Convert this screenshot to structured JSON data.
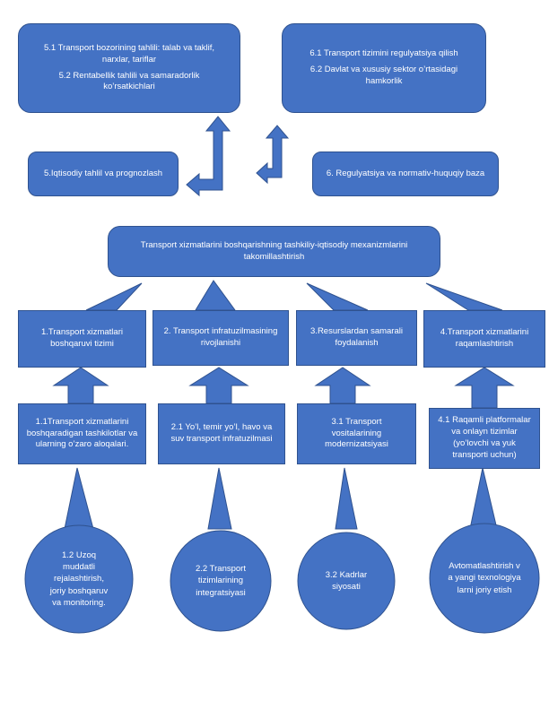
{
  "top_left": {
    "line1": "5.1 Transport bozorining tahlili: talab va taklif, narxlar, tariflar",
    "line2": "5.2 Rentabellik tahlili va samaradorlik ko’rsatkichlari"
  },
  "top_right": {
    "line1": "6.1 Transport tizimini regulyatsiya qilish",
    "line2": "6.2 Davlat va xususiy sektor o’rtasidagi hamkorlik"
  },
  "mid_left": "5.Iqtisodiy tahlil va prognozlash",
  "mid_right": "6. Regulyatsiya va normativ-huquqiy baza",
  "main_title": "Transport xizmatlarini boshqarishning tashkiliy-iqtisodiy mexanizmlarini takomillashtirish",
  "columns": [
    {
      "head": "1.Transport xizmatlari boshqaruvi tizimi",
      "sub": "1.1Transport xizmatlarini boshqaradigan tashkilotlar va ularning o’zaro aloqalari.",
      "circle": "1.2 Uzoq muddatli rejalashtirish, joriy boshqaruv va monitoring."
    },
    {
      "head": "2. Transport infratuzilmasining rivojlanishi",
      "sub": "2.1 Yo’l, temir yo’l, havo va suv transport infratuzilmasi",
      "circle": "2.2 Transport tizimlarining integratsiyasi"
    },
    {
      "head": "3.Resurslardan samarali foydalanish",
      "sub": "3.1 Transport vositalarining modernizatsiyasi",
      "circle": "3.2 Kadrlar siyosati"
    },
    {
      "head": "4.Transport xizmatlarini raqamlashtirish",
      "sub": "4.1 Raqamli platformalar va onlayn tizimlar (yo’lovchi va yuk transporti uchun)",
      "circle": "Avtomatlashtirish va yangi texnologiyalarni joriy etish"
    }
  ],
  "colors": {
    "fill": "#4472c4",
    "stroke": "#2f528f",
    "text": "#ffffff"
  }
}
